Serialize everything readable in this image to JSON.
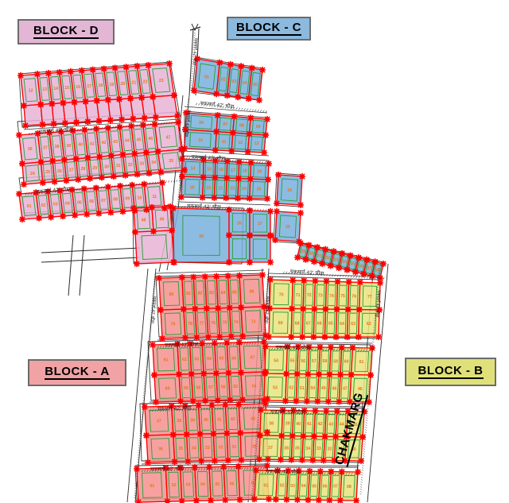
{
  "document": {
    "type": "land-subdivision-site-plan",
    "background_color": "#ffffff"
  },
  "block_labels": [
    {
      "id": "block-d",
      "text": "BLOCK - D",
      "fill": "#e3b6d5",
      "border": "#6b6b6b"
    },
    {
      "id": "block-c",
      "text": "BLOCK - C",
      "fill": "#8cb9de",
      "border": "#6b6b6b"
    },
    {
      "id": "block-a",
      "text": "BLOCK - A",
      "fill": "#f0a2a4",
      "border": "#6b6b6b"
    },
    {
      "id": "block-b",
      "text": "BLOCK - B",
      "fill": "#e0e07a",
      "border": "#6b6b6b"
    }
  ],
  "road_label_main": "CHAKMARG",
  "road_labels": [
    {
      "id": "r1",
      "text": "चकमार्ग 42' चौड़ा"
    },
    {
      "id": "r2",
      "text": "चकमार्ग 42' चौड़ा"
    },
    {
      "id": "r3",
      "text": "चकमार्ग 42' चौड़ा"
    },
    {
      "id": "r4",
      "text": "चकमार्ग 42' चौड़ा"
    },
    {
      "id": "r5",
      "text": "चकमार्ग 42' चौड़ा"
    },
    {
      "id": "r6",
      "text": "चकमार्ग 42' चौड़ा"
    },
    {
      "id": "r7",
      "text": "चकमार्ग 42' चौड़ा"
    },
    {
      "id": "r8",
      "text": "चकमार्ग 42' चौड़ा"
    },
    {
      "id": "r9",
      "text": "चकमार्ग 42' चौड़ा"
    },
    {
      "id": "r10",
      "text": "चकमार्ग 42' चौड़ा"
    },
    {
      "id": "r11",
      "text": "चकमार्ग 42' चौड़ा"
    },
    {
      "id": "r12",
      "text": "चकमार्ग 42' चौड़ा"
    },
    {
      "id": "r13",
      "text": "चकमार्ग 42' चौड़ा"
    }
  ],
  "legend_colors": {
    "block_a_plot": "#f5908f",
    "block_b_plot": "#e8e47e",
    "block_c_plot": "#79b0dd",
    "block_d_plot": "#e8b4d6",
    "plot_boundary": "#ff0000",
    "inner_setback": "#2e9e3e",
    "parcel_outline": "#3a3a3a",
    "plot_number": "#e2761b"
  },
  "blocks": {
    "block_d": {
      "name": "BLOCK - D",
      "rows": [
        {
          "id": "d-r1",
          "plot_numbers": [
            "12",
            "13",
            "14",
            "15",
            "16",
            "17",
            "18",
            "19",
            "20",
            "21",
            "22",
            "23"
          ]
        },
        {
          "id": "d-r2",
          "plot_numbers": [
            "36",
            "37",
            "38",
            "39",
            "40",
            "41",
            "42",
            "43",
            "44",
            "45",
            "46",
            "47"
          ]
        },
        {
          "id": "d-r3",
          "plot_numbers": [
            "24",
            "25",
            "26",
            "27",
            "28",
            "29",
            "30",
            "31",
            "32",
            "33",
            "34",
            "35"
          ]
        },
        {
          "id": "d-r4",
          "plot_numbers": [
            "01",
            "02",
            "03",
            "04",
            "05",
            "06",
            "07",
            "08",
            "09",
            "10",
            "11"
          ]
        },
        {
          "id": "d-r5",
          "plot_numbers": [
            "48",
            "49"
          ]
        }
      ]
    },
    "block_c": {
      "name": "BLOCK - C",
      "rows": [
        {
          "id": "c-r1",
          "plot_numbers": [
            "01",
            "02",
            "03",
            "04",
            "05"
          ]
        },
        {
          "id": "c-r2",
          "plot_numbers": [
            "06",
            "07",
            "08",
            "09"
          ]
        },
        {
          "id": "c-r3",
          "plot_numbers": [
            "10",
            "11",
            "12",
            "13"
          ]
        },
        {
          "id": "c-r4",
          "plot_numbers": [
            "14",
            "15",
            "16",
            "17",
            "18",
            "19"
          ]
        },
        {
          "id": "c-r5",
          "plot_numbers": [
            "20",
            "21",
            "22",
            "23",
            "24",
            "25"
          ]
        },
        {
          "id": "c-r6",
          "plot_numbers": [
            "26",
            "27",
            "28"
          ]
        },
        {
          "id": "c-r7",
          "plot_numbers": [
            "29",
            "30",
            "31",
            "32",
            "33",
            "34",
            "35",
            "36",
            "37",
            "38"
          ]
        }
      ]
    },
    "block_a": {
      "name": "BLOCK - A",
      "rows": [
        {
          "id": "a-r1",
          "plot_numbers": [
            "80",
            "81",
            "82",
            "83",
            "84",
            "85",
            "86"
          ]
        },
        {
          "id": "a-r2",
          "plot_numbers": [
            "79",
            "78",
            "77",
            "76",
            "75",
            "74",
            "73"
          ]
        },
        {
          "id": "a-r3",
          "plot_numbers": [
            "61",
            "62",
            "63",
            "64",
            "65",
            "66",
            "67"
          ]
        },
        {
          "id": "a-r4",
          "plot_numbers": [
            "60",
            "59",
            "58",
            "57",
            "56",
            "55",
            "54"
          ]
        },
        {
          "id": "a-r5",
          "plot_numbers": [
            "37",
            "38",
            "39",
            "40",
            "41",
            "42",
            "43"
          ]
        },
        {
          "id": "a-r6",
          "plot_numbers": [
            "36",
            "35",
            "34",
            "33",
            "32",
            "31",
            "30"
          ]
        },
        {
          "id": "a-r7",
          "plot_numbers": [
            "01",
            "02",
            "03",
            "04",
            "05",
            "06",
            "07"
          ]
        }
      ]
    },
    "block_b": {
      "name": "BLOCK - B",
      "rows": [
        {
          "id": "b-r1",
          "plot_numbers": [
            "70",
            "71",
            "72",
            "73",
            "74",
            "75",
            "76",
            "77"
          ]
        },
        {
          "id": "b-r2",
          "plot_numbers": [
            "69",
            "68",
            "67",
            "66",
            "65",
            "64",
            "63",
            "62"
          ]
        },
        {
          "id": "b-r3",
          "plot_numbers": [
            "54",
            "55",
            "56",
            "57",
            "58",
            "59",
            "60",
            "61"
          ]
        },
        {
          "id": "b-r4",
          "plot_numbers": [
            "53",
            "52",
            "51",
            "50",
            "49",
            "48",
            "47",
            "46"
          ]
        },
        {
          "id": "b-r5",
          "plot_numbers": [
            "38",
            "39",
            "40",
            "41",
            "42",
            "43",
            "44",
            "45"
          ]
        },
        {
          "id": "b-r6",
          "plot_numbers": [
            "37",
            "36",
            "35",
            "34",
            "33",
            "32",
            "31",
            "30"
          ]
        },
        {
          "id": "b-r7",
          "plot_numbers": [
            "01",
            "02",
            "03",
            "04",
            "05",
            "06",
            "07",
            "08"
          ]
        }
      ]
    }
  }
}
